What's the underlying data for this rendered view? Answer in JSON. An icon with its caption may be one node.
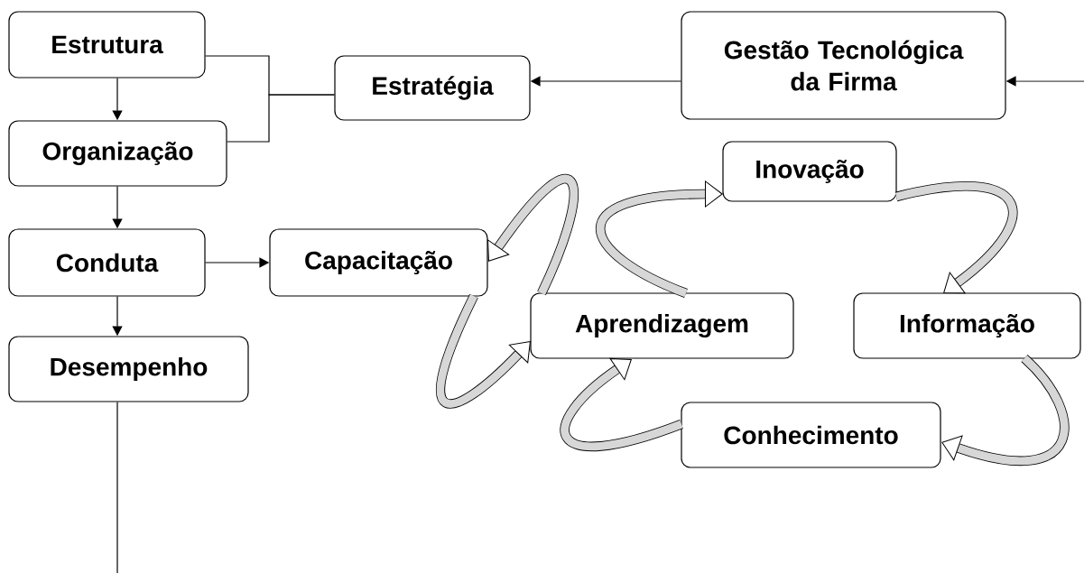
{
  "diagram": {
    "nodes": [
      {
        "text": [
          "Estrutura"
        ]
      },
      {
        "text": [
          "Estratégia"
        ]
      },
      {
        "text": [
          "Gestão Tecnológica da Firma"
        ]
      },
      {
        "text": [
          "Organização"
        ]
      },
      {
        "text": [
          "Inovação"
        ]
      },
      {
        "text": [
          "Conduta"
        ]
      },
      {
        "text": [
          "Capacitação"
        ]
      },
      {
        "text": [
          "Aprendizagem"
        ]
      },
      {
        "text": [
          "Informação"
        ]
      },
      {
        "text": [
          "Desempenho"
        ]
      },
      {
        "text": [
          "Conhecimento"
        ]
      }
    ],
    "edges": [
      {
        "from": 0,
        "to": 3,
        "arrow": "to"
      },
      {
        "from": 3,
        "to": 5,
        "arrow": "to"
      },
      {
        "from": 5,
        "to": 9,
        "arrow": "to"
      },
      {
        "from": 5,
        "to": 6,
        "arrow": "to"
      },
      {
        "from": 1,
        "to": 0,
        "arrow": "none"
      },
      {
        "from": 1,
        "to": 3,
        "arrow": "none"
      },
      {
        "from": 2,
        "to": 1,
        "arrow": "to"
      },
      {
        "from": null,
        "to": 2,
        "arrow": "to"
      },
      {
        "from": 9,
        "to": null,
        "arrow": "none"
      },
      {
        "from": 7,
        "to": 6,
        "arrow": "to",
        "style": "thick"
      },
      {
        "from": 7,
        "to": 4,
        "arrow": "to",
        "style": "thick"
      },
      {
        "from": 4,
        "to": 8,
        "arrow": "to",
        "style": "thick"
      },
      {
        "from": 8,
        "to": 10,
        "arrow": "to",
        "style": "thick"
      },
      {
        "from": 10,
        "to": 7,
        "arrow": "to",
        "style": "thick"
      },
      {
        "from": 6,
        "to": 7,
        "arrow": "to",
        "style": "thick"
      }
    ]
  }
}
